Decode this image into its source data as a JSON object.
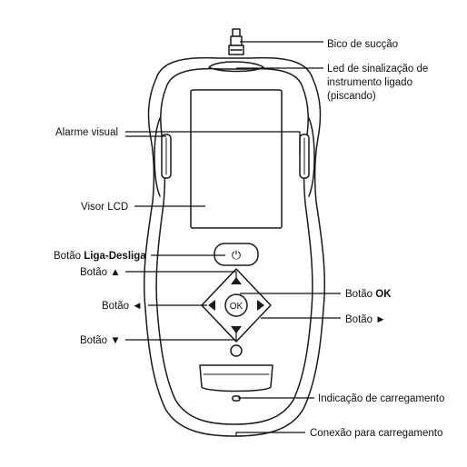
{
  "callouts": {
    "suction_nozzle": "Bico de sucção",
    "led_line1": "Led de sinalização de",
    "led_line2": "instrumento ligado",
    "led_line3": "(piscando)",
    "visual_alarm": "Alarme visual",
    "lcd_display": "Visor LCD",
    "power_prefix": "Botão ",
    "power_bold": "Liga-Desliga",
    "up_label": "Botão ▲",
    "left_label": "Botão ◄",
    "down_label": "Botão ▼",
    "ok_prefix": "Botão ",
    "ok_bold": "OK",
    "right_label": "Botão ►",
    "charge_indicator": "Indicação de carregamento",
    "charge_connector": "Conexão para carregamento"
  },
  "device": {
    "ok_key": "OK",
    "power_symbol": "⏻"
  },
  "colors": {
    "outline": "#1a1a1a",
    "background": "#ffffff"
  }
}
